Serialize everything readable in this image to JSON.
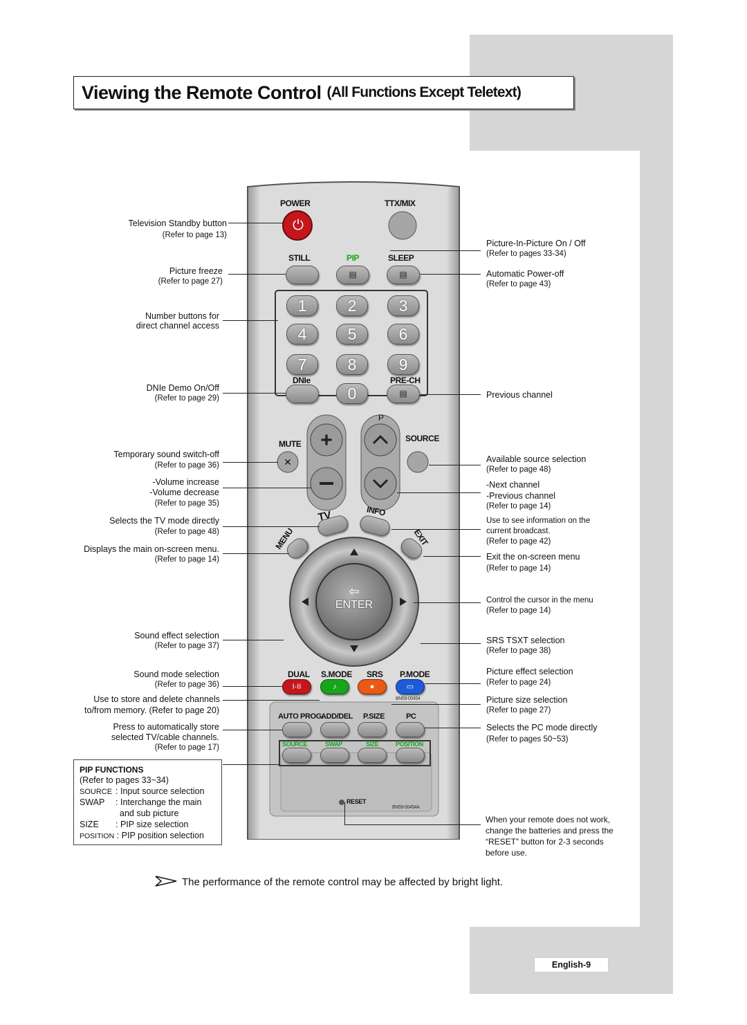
{
  "title": {
    "main": "Viewing the Remote Control",
    "sub": "(All Functions Except Teletext)"
  },
  "left_labels": [
    {
      "text": "Television Standby button",
      "ref": "(Refer to page 13)"
    },
    {
      "text": "Picture freeze",
      "ref": "(Refer to page 27)"
    },
    {
      "text": "Number buttons for",
      "text2": "direct channel access"
    },
    {
      "text": "DNIe Demo On/Off",
      "ref": "(Refer to page 29)"
    },
    {
      "text": "Temporary sound switch-off",
      "ref": "(Refer to page 36)"
    },
    {
      "text": "-Volume increase",
      "text2": "-Volume decrease",
      "ref": "(Refer to page 35)"
    },
    {
      "text": "Selects the TV mode directly",
      "ref": "(Refer to page 48)"
    },
    {
      "text": "Displays the main on-screen menu.",
      "ref": "(Refer to page 14)"
    },
    {
      "text": "Sound effect selection",
      "ref": "(Refer to page 37)"
    },
    {
      "text": "Sound mode selection",
      "ref": "(Refer to page 36)"
    },
    {
      "text": "Use to store and delete channels",
      "text2": "to/from memory. (Refer to page 20)"
    },
    {
      "text": "Press to automatically store",
      "text2": "selected TV/cable channels.",
      "ref": "(Refer to page 17)"
    }
  ],
  "right_labels": [
    {
      "text": "Picture-In-Picture On / Off",
      "ref": "(Refer to pages 33-34)"
    },
    {
      "text": "Automatic Power-off",
      "ref": "(Refer to page 43)"
    },
    {
      "text": "Previous channel"
    },
    {
      "text": "Available source selection",
      "ref": "(Refer to page 48)"
    },
    {
      "text": "-Next channel",
      "text2": "-Previous channel",
      "ref": "(Refer to page 14)"
    },
    {
      "text": "Use to see information on the",
      "text2": "current broadcast.",
      "ref": "(Refer to page 42)"
    },
    {
      "text": "Exit the on-screen menu",
      "ref": "(Refer to page 14)"
    },
    {
      "text": "Control the cursor in the menu",
      "ref": "(Refer to page 14)"
    },
    {
      "text": "SRS TSXT selection",
      "ref": "(Refer to page 38)"
    },
    {
      "text": "Picture effect selection",
      "ref": "(Refer to page 24)"
    },
    {
      "text": "Picture size selection",
      "ref": "(Refer to page 27)"
    },
    {
      "text": "Selects the PC mode directly",
      "ref": "(Refer to pages 50~53)"
    },
    {
      "text": "When your remote does not work,",
      "text2": "change the batteries and press the",
      "text3": "“RESET” button for 2-3 seconds",
      "text4": "before use."
    }
  ],
  "remote": {
    "power": "POWER",
    "ttx": "TTX/MIX",
    "still": "STILL",
    "pip": "PIP",
    "sleep": "SLEEP",
    "numbers": [
      "1",
      "2",
      "3",
      "4",
      "5",
      "6",
      "7",
      "8",
      "9",
      "0"
    ],
    "dnie": "DNIe",
    "prech": "PRE-CH",
    "mute": "MUTE",
    "p": "P",
    "source": "SOURCE",
    "tv": "TV",
    "info": "INFO",
    "menu": "MENU",
    "exit": "EXIT",
    "enter": "ENTER",
    "dual": "DUAL",
    "smode": "S.MODE",
    "srs": "SRS",
    "pmode": "P.MODE",
    "dual_glyph": "I-II",
    "model_top": "BN59-00454",
    "autoprog": "AUTO PROG.",
    "adddel": "ADD/DEL",
    "psize": "P.SIZE",
    "pc": "PC",
    "pip_row": [
      "SOURCE",
      "SWAP",
      "SIZE",
      "POSITION"
    ],
    "reset": "RESET",
    "model_bottom": "BN59-00454A"
  },
  "pip_functions": {
    "title": "PIP FUNCTIONS",
    "ref": "(Refer to pages 33~34)",
    "rows": [
      {
        "key": "SOURCE",
        "sep": ":",
        "desc": "Input source selection"
      },
      {
        "key": "SWAP",
        "sep": ":",
        "desc": "Interchange the main"
      },
      {
        "key": "",
        "sep": "",
        "desc": "and sub picture"
      },
      {
        "key": "SIZE",
        "sep": ":",
        "desc": "PIP size selection"
      },
      {
        "key": "POSITION",
        "sep": ":",
        "desc": "PIP position selection"
      }
    ]
  },
  "note": "The performance of the remote control may be affected by bright light.",
  "page_label": "English-9",
  "colors": {
    "sidebar": "#d6d6d6",
    "remote_body": "#d9d9d9",
    "power_red": "#c4161c",
    "pip_green": "#18a51c",
    "srs_orange": "#ea5a16",
    "pmode_blue": "#1e5bd8"
  }
}
